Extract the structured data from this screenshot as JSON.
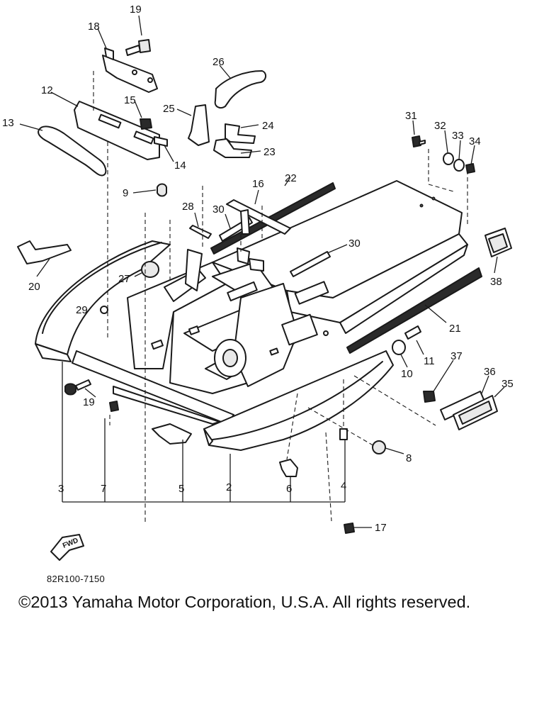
{
  "callouts": {
    "c2": "2",
    "c3": "3",
    "c4": "4",
    "c5": "5",
    "c6": "6",
    "c7": "7",
    "c8": "8",
    "c9": "9",
    "c10": "10",
    "c11": "11",
    "c12": "12",
    "c13": "13",
    "c14": "14",
    "c15": "15",
    "c16": "16",
    "c17": "17",
    "c18": "18",
    "c19a": "19",
    "c19b": "19",
    "c20": "20",
    "c21": "21",
    "c22": "22",
    "c23": "23",
    "c24": "24",
    "c25": "25",
    "c26": "26",
    "c27": "27",
    "c28": "28",
    "c29": "29",
    "c30a": "30",
    "c30b": "30",
    "c31": "31",
    "c32": "32",
    "c33": "33",
    "c34": "34",
    "c35": "35",
    "c36": "36",
    "c37": "37",
    "c38": "38"
  },
  "fwd_marker": "FWD",
  "diagram_code": "82R100-7150",
  "copyright": "©2013 Yamaha Motor Corporation, U.S.A. All rights reserved."
}
